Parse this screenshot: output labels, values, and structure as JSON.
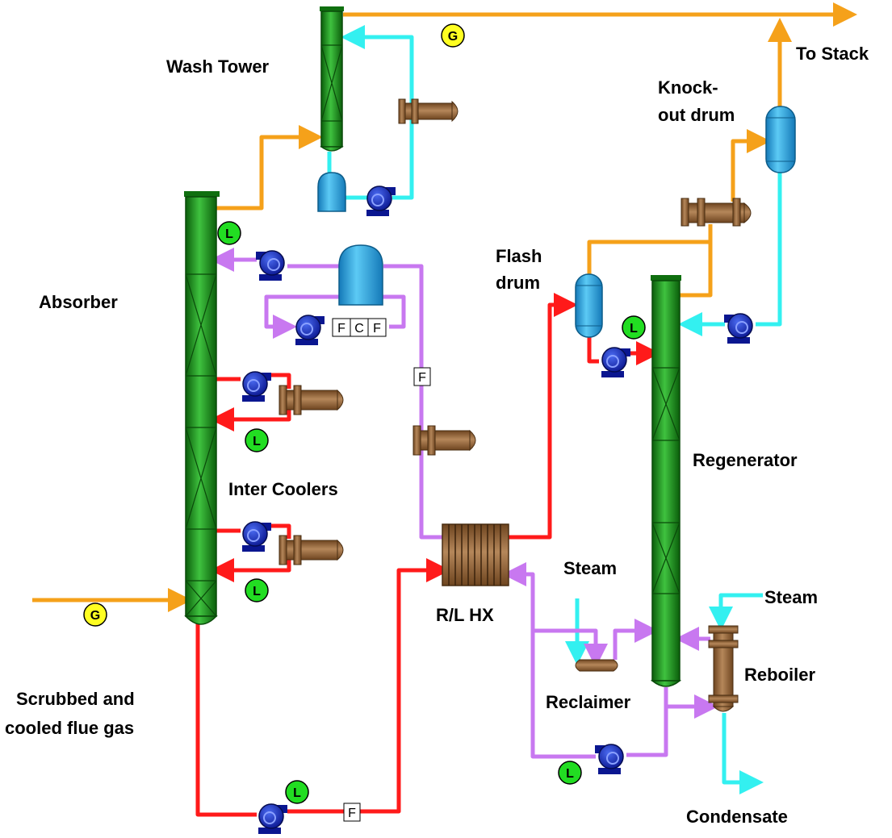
{
  "labels": {
    "wash_tower": "Wash Tower",
    "to_stack": "To Stack",
    "knockout_1": "Knock-",
    "knockout_2": "out drum",
    "absorber": "Absorber",
    "flash_1": "Flash",
    "flash_2": "drum",
    "regenerator": "Regenerator",
    "inter_coolers": "Inter Coolers",
    "rl_hx": "R/L HX",
    "steam_left": "Steam",
    "steam_right": "Steam",
    "reboiler": "Reboiler",
    "reclaimer": "Reclaimer",
    "flue_1": "Scrubbed and",
    "flue_2": "cooled flue gas",
    "condensate": "Condensate"
  },
  "instrument_tags": {
    "gas": "G",
    "level": "L",
    "flow": "F",
    "control": "C"
  },
  "colors": {
    "gas": "#f5a11a",
    "lean": "#ff1a1a",
    "rich": "#c878f0",
    "water": "#33f0f0",
    "column": "#1e9e1e",
    "pump": "#1428c8",
    "exchanger": "#9a6b3c",
    "drum": "#2aa9ea",
    "tag_level": "#22dd22",
    "tag_gas": "#ffff22"
  }
}
